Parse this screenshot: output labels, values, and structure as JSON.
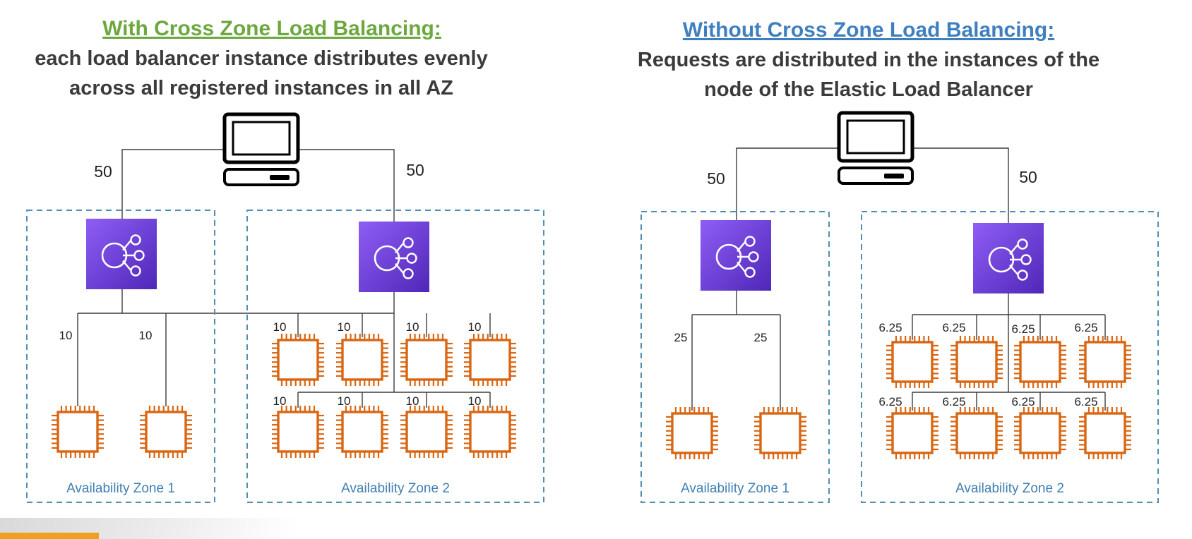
{
  "colors": {
    "left_heading": "#6da83f",
    "right_heading": "#3f7fc0",
    "elb_top": "#8f5ef5",
    "elb_bottom": "#4f27b8",
    "instance": "#d86613",
    "zone_border": "#4f8fb3"
  },
  "left": {
    "heading": "With Cross Zone Load Balancing:",
    "subheading_line1": "each load balancer instance distributes evenly",
    "subheading_line2": "across all registered instances in all AZ",
    "client_icon": "computer-icon",
    "client_weights": [
      "50",
      "50"
    ],
    "zones": [
      {
        "label": "Availability Zone 1",
        "load_balancer_icon": "elastic-load-balancer-icon",
        "instance_weights": [
          "10",
          "10"
        ]
      },
      {
        "label": "Availability Zone 2",
        "load_balancer_icon": "elastic-load-balancer-icon",
        "instance_weights": [
          "10",
          "10",
          "10",
          "10",
          "10",
          "10",
          "10",
          "10"
        ]
      }
    ]
  },
  "right": {
    "heading": "Without Cross Zone Load Balancing:",
    "subheading_line1": "Requests are distributed in the instances of the",
    "subheading_line2": "node of the Elastic Load Balancer",
    "client_icon": "computer-icon",
    "client_weights": [
      "50",
      "50"
    ],
    "zones": [
      {
        "label": "Availability Zone 1",
        "load_balancer_icon": "elastic-load-balancer-icon",
        "instance_weights": [
          "25",
          "25"
        ]
      },
      {
        "label": "Availability Zone 2",
        "load_balancer_icon": "elastic-load-balancer-icon",
        "instance_weights": [
          "6.25",
          "6.25",
          "6.25",
          "6.25",
          "6.25",
          "6.25",
          "6.25",
          "6.25"
        ]
      }
    ]
  }
}
